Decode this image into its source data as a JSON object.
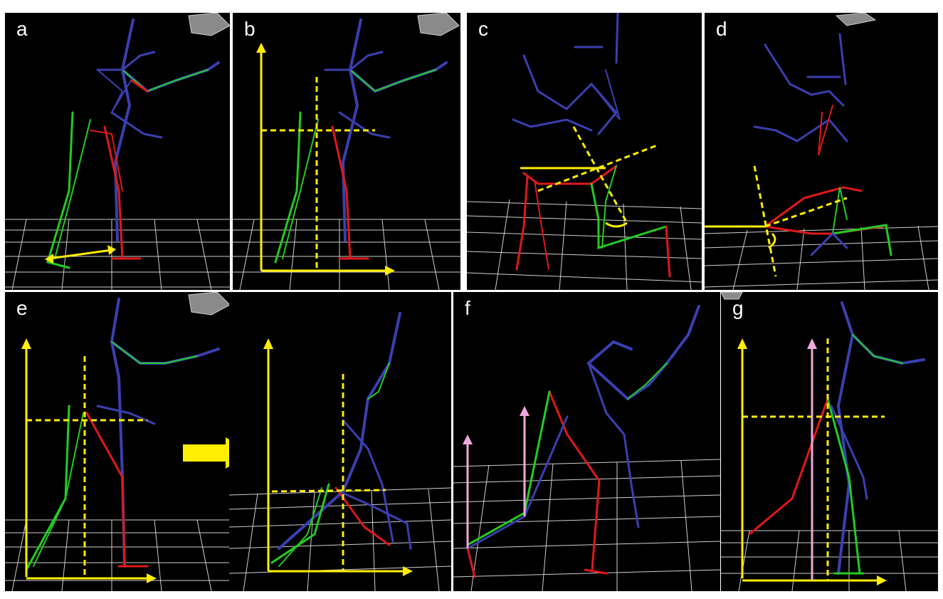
{
  "figure": {
    "panels": [
      {
        "id": "a",
        "label": "a"
      },
      {
        "id": "b",
        "label": "b"
      },
      {
        "id": "c",
        "label": "c"
      },
      {
        "id": "d",
        "label": "d"
      },
      {
        "id": "e",
        "label": "e"
      },
      {
        "id": "e2",
        "label": ""
      },
      {
        "id": "f",
        "label": "f"
      },
      {
        "id": "g",
        "label": "g"
      }
    ],
    "colors": {
      "background": "#000000",
      "grid": "#d0d0d0",
      "bone_blue": "#3a3fb0",
      "bone_green": "#22cc22",
      "bone_red": "#e01818",
      "guide_yellow": "#ffee00",
      "guide_pink": "#f0a8e0",
      "transition_arrow": "#ffee00"
    },
    "icons": {
      "transition": "right-arrow-icon",
      "corner_marker": "tag-icon"
    }
  }
}
